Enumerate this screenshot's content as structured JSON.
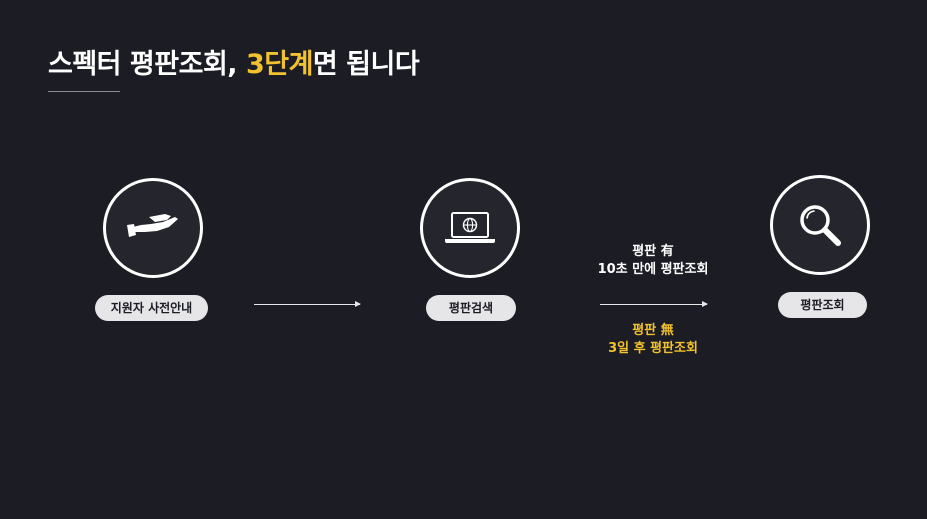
{
  "header": {
    "title_part1": "스펙터 평판조회, ",
    "title_highlight": "3단계",
    "title_part2": "면 됩니다"
  },
  "steps": [
    {
      "label": "지원자 사전안내",
      "icon": "hand-icon"
    },
    {
      "label": "평판검색",
      "icon": "laptop-globe-icon"
    },
    {
      "label": "평판조회",
      "icon": "magnifier-icon"
    }
  ],
  "notes": {
    "with_reputation_line1": "평판 有",
    "with_reputation_line2": "10초 만에 평판조회",
    "without_reputation_line1": "평판 無",
    "without_reputation_line2": "3일 후 평판조회"
  },
  "colors": {
    "background": "#1b1c24",
    "accent": "#f2c12e",
    "pill": "#e6e6e9"
  }
}
